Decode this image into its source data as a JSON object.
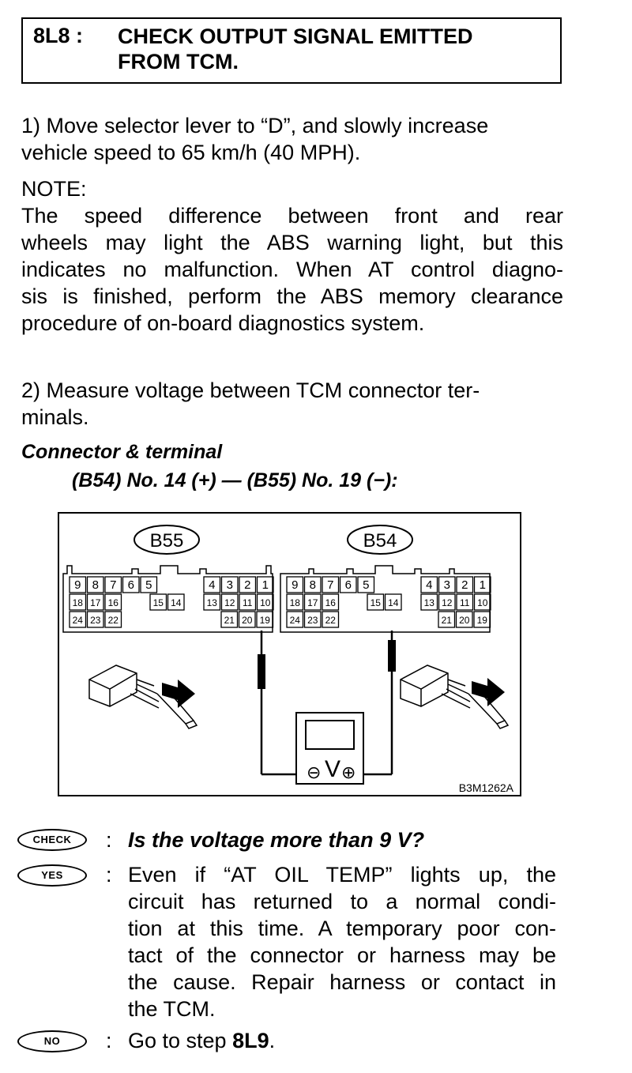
{
  "header": {
    "step": "8L8 :",
    "title_line1": "CHECK OUTPUT SIGNAL EMITTED",
    "title_line2": "FROM TCM."
  },
  "step1": {
    "line1": "1)  Move selector lever to “D”, and slowly increase",
    "line2": "vehicle speed to 65 km/h (40 MPH)."
  },
  "note": {
    "label": "NOTE:",
    "lines": [
      "The speed difference between front and rear",
      "wheels may light the ABS warning light, but this",
      "indicates no malfunction. When AT control diagno-",
      "sis is finished, perform the ABS memory clearance",
      "procedure of on-board diagnostics system."
    ]
  },
  "step2": {
    "line1": "2)  Measure voltage between TCM connector ter-",
    "line2": "minals."
  },
  "connector": {
    "title": "Connector & terminal",
    "spec": "(B54) No. 14 (+) — (B55) No. 19 (−):"
  },
  "figure": {
    "left_label": "B55",
    "right_label": "B54",
    "terminals": {
      "row1_left": [
        "9",
        "8",
        "7",
        "6",
        "5"
      ],
      "row1_right": [
        "4",
        "3",
        "2",
        "1"
      ],
      "row2_a": [
        "18",
        "17",
        "16"
      ],
      "row2_b": [
        "15",
        "14"
      ],
      "row2_c": [
        "13",
        "12",
        "11",
        "10"
      ],
      "row3_a": [
        "24",
        "23",
        "22"
      ],
      "row3_c": [
        "21",
        "20",
        "19"
      ]
    },
    "meter_symbol": "V",
    "minus_symbol": "⊖",
    "plus_symbol": "⊕",
    "code": "B3M1262A"
  },
  "check": {
    "badge": "CHECK",
    "colon": ":",
    "question": "Is the voltage more than 9 V?"
  },
  "yes": {
    "badge": "YES",
    "colon": ":",
    "lines": [
      "Even if “AT OIL TEMP” lights up, the",
      "circuit has returned to a normal condi-",
      "tion at this time. A temporary poor con-",
      "tact of the connector or harness may be",
      "the cause. Repair harness or contact in",
      "the TCM."
    ]
  },
  "no": {
    "badge": "NO",
    "colon": ":",
    "text": "Go to step ",
    "step_ref": "8L9",
    "end": "."
  }
}
